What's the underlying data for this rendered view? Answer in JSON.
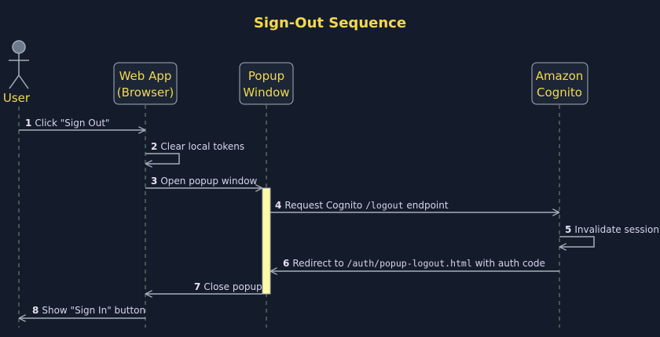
{
  "diagram": {
    "title": "Sign-Out Sequence",
    "actor": {
      "label": "User"
    },
    "participants": [
      {
        "id": "webapp",
        "line1": "Web App",
        "line2": "(Browser)"
      },
      {
        "id": "popup",
        "line1": "Popup",
        "line2": "Window"
      },
      {
        "id": "cognito",
        "line1": "Amazon",
        "line2": "Cognito"
      }
    ],
    "messages": [
      {
        "num": "1",
        "text": "Click \"Sign Out\""
      },
      {
        "num": "2",
        "text": "Clear local tokens"
      },
      {
        "num": "3",
        "text": "Open popup window"
      },
      {
        "num": "4",
        "pre": "Request Cognito ",
        "code": "/logout",
        "post": " endpoint"
      },
      {
        "num": "5",
        "text": "Invalidate session"
      },
      {
        "num": "6",
        "pre": "Redirect to ",
        "code": "/auth/popup-logout.html",
        "post": " with auth code"
      },
      {
        "num": "7",
        "text": "Close popup"
      },
      {
        "num": "8",
        "text": "Show \"Sign In\" button"
      }
    ]
  }
}
